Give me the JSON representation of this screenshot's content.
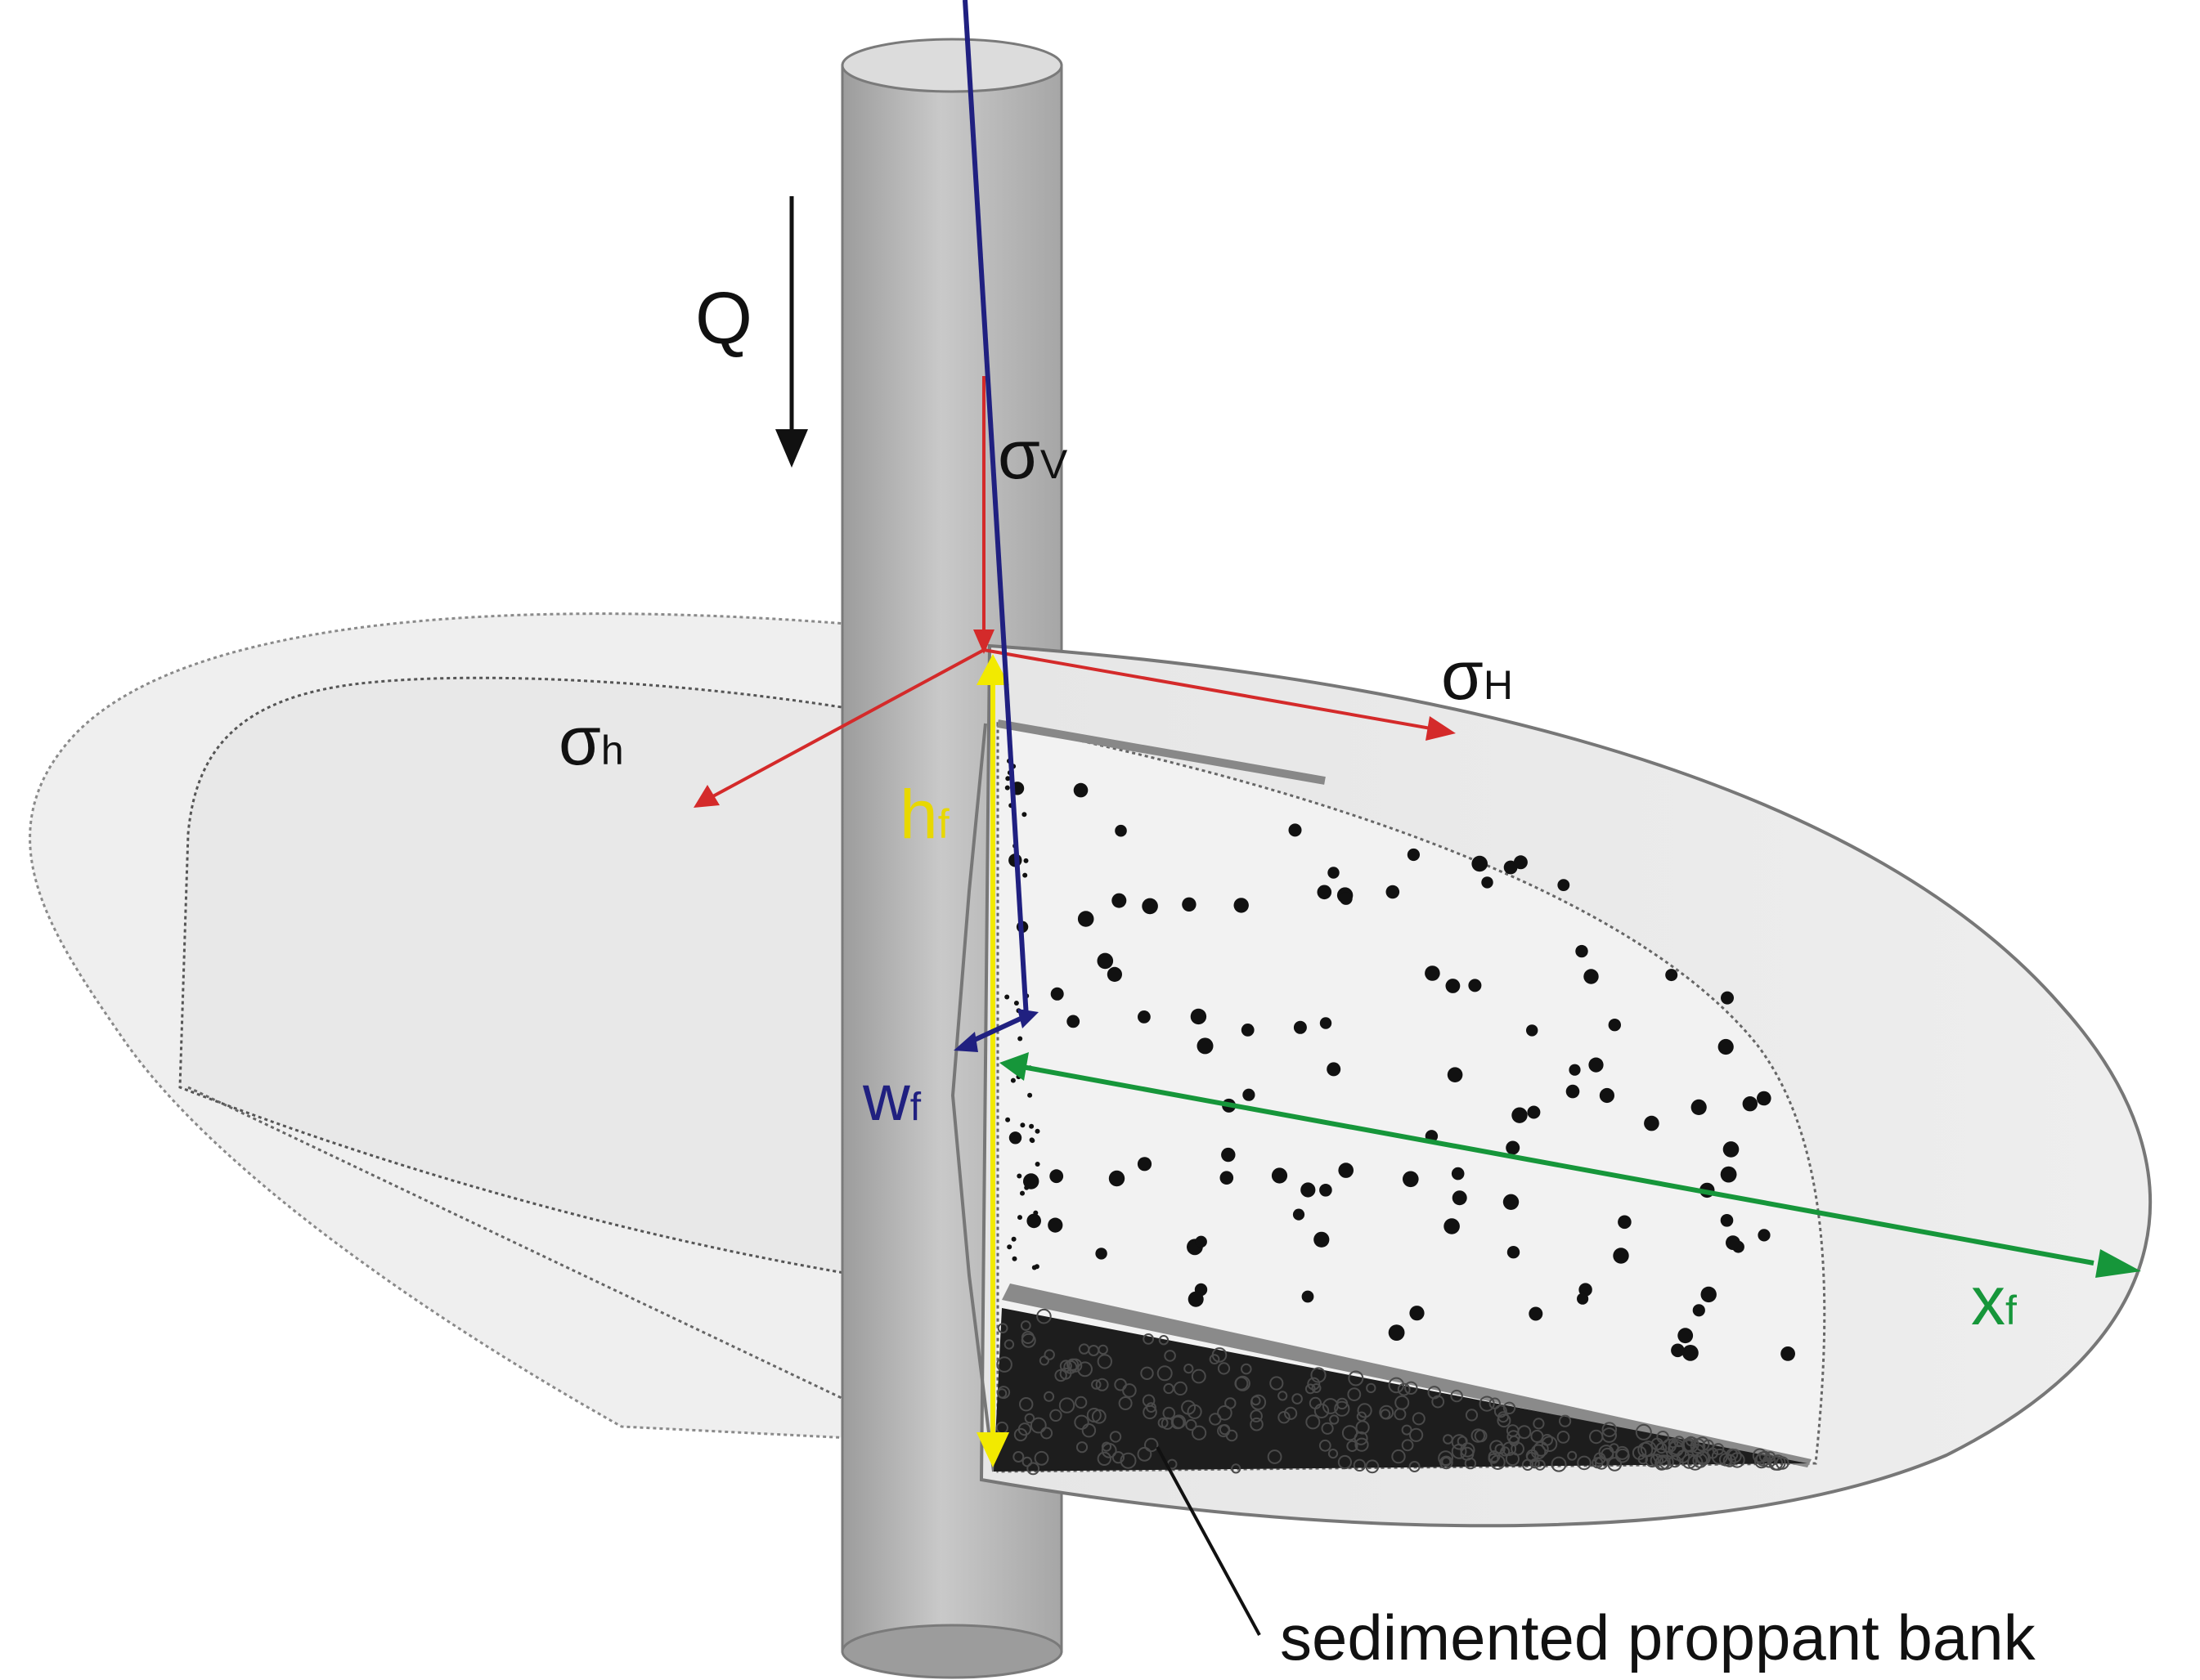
{
  "labels": {
    "flow": "Q",
    "sigma_v": {
      "main": "σ",
      "sub": "V"
    },
    "sigma_H": {
      "main": "σ",
      "sub": "H"
    },
    "sigma_h": {
      "main": "σ",
      "sub": "h"
    },
    "height": {
      "main": "h",
      "sub": "f"
    },
    "width": {
      "main": "w",
      "sub": "f"
    },
    "length": {
      "main": "x",
      "sub": "f"
    },
    "bank": "sedimented proppant bank"
  },
  "colors": {
    "stress": "#d42a2a",
    "height": "#f2ea00",
    "height_text": "#e8d800",
    "width": "#202080",
    "length": "#16963a",
    "text": "#111111",
    "fracture_fill": "#ebebeb",
    "proppant": "#111111"
  }
}
